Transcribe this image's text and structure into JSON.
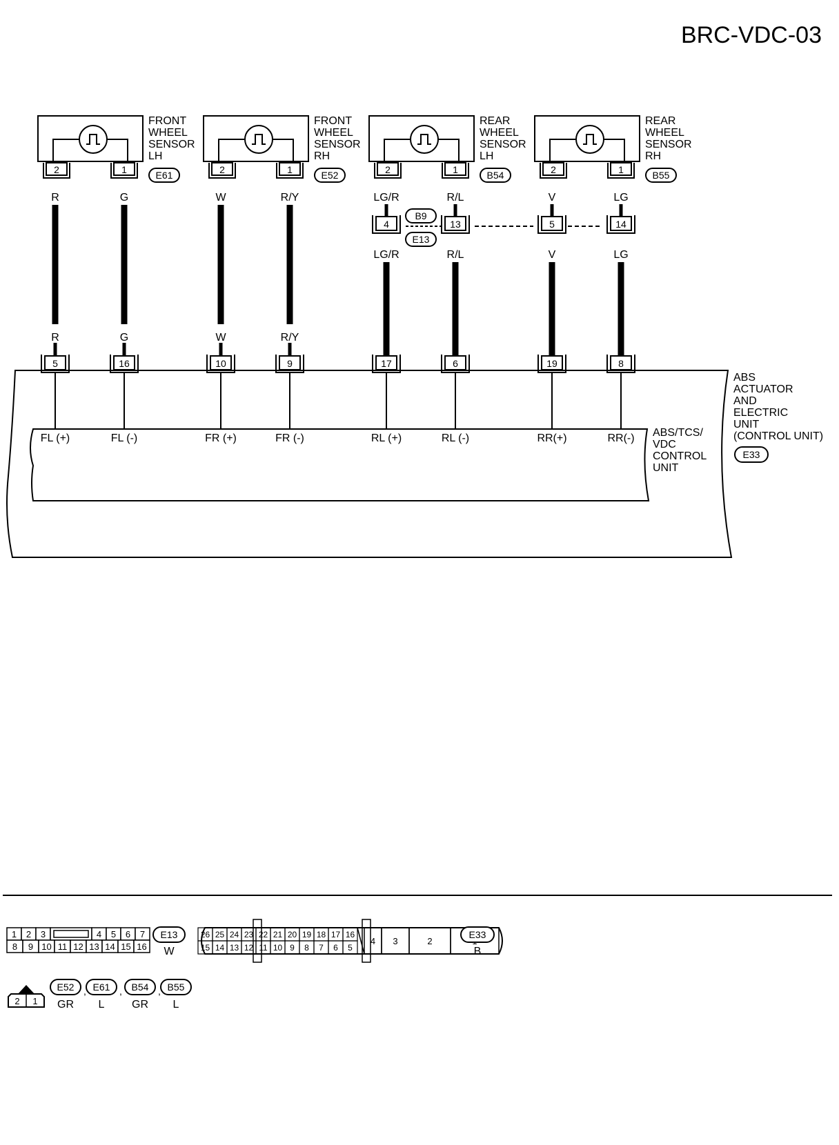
{
  "page_code": "BRC-VDC-03",
  "sensors": [
    {
      "lines": [
        "FRONT",
        "WHEEL",
        "SENSOR",
        "LH"
      ],
      "pin_left": "2",
      "pin_right": "1",
      "connector": "E61",
      "wire_left": "R",
      "wire_right": "G"
    },
    {
      "lines": [
        "FRONT",
        "WHEEL",
        "SENSOR",
        "RH"
      ],
      "pin_left": "2",
      "pin_right": "1",
      "connector": "E52",
      "wire_left": "W",
      "wire_right": "R/Y"
    },
    {
      "lines": [
        "REAR",
        "WHEEL",
        "SENSOR",
        "LH"
      ],
      "pin_left": "2",
      "pin_right": "1",
      "connector": "B54",
      "wire_left": "LG/R",
      "wire_right": "R/L"
    },
    {
      "lines": [
        "REAR",
        "WHEEL",
        "SENSOR",
        "RH"
      ],
      "pin_left": "2",
      "pin_right": "1",
      "connector": "B55",
      "wire_left": "V",
      "wire_right": "LG"
    }
  ],
  "joint": {
    "connector_top": "B9",
    "connector_bottom": "E13",
    "pins": [
      "4",
      "13",
      "5",
      "14"
    ],
    "wires_below": [
      "LG/R",
      "R/L",
      "V",
      "LG"
    ]
  },
  "lower_wires": [
    "R",
    "G",
    "W",
    "R/Y"
  ],
  "unit_pins": [
    "5",
    "16",
    "10",
    "9",
    "17",
    "6",
    "19",
    "8"
  ],
  "signals": [
    "FL (+)",
    "FL (-)",
    "FR (+)",
    "FR (-)",
    "RL (+)",
    "RL (-)",
    "RR(+)",
    "RR(-)"
  ],
  "control_unit_lines": [
    "ABS/TCS/",
    "VDC",
    "CONTROL",
    "UNIT"
  ],
  "actuator_lines": [
    "ABS",
    "ACTUATOR",
    "AND",
    "ELECTRIC",
    "UNIT",
    "(CONTROL UNIT)"
  ],
  "actuator_connector": "E33",
  "connector_views": {
    "e13": {
      "id": "E13",
      "color": "W",
      "row1": [
        "1",
        "2",
        "3",
        "",
        "4",
        "5",
        "6",
        "7"
      ],
      "row2": [
        "8",
        "9",
        "10",
        "11",
        "12",
        "13",
        "14",
        "15",
        "16"
      ]
    },
    "e33": {
      "id": "E33",
      "color": "B",
      "row1": [
        "26",
        "25",
        "24",
        "23",
        "22",
        "21",
        "20",
        "19",
        "18",
        "17",
        "16"
      ],
      "row2": [
        "15",
        "14",
        "13",
        "12",
        "11",
        "10",
        "9",
        "8",
        "7",
        "6",
        "5"
      ],
      "big": [
        "4",
        "3",
        "2",
        "1"
      ]
    },
    "sensor_conn": {
      "pins": [
        "2",
        "1"
      ],
      "ids": [
        "E52",
        "E61",
        "B54",
        "B55"
      ],
      "colors": [
        "GR",
        "L",
        "GR",
        "L"
      ]
    }
  }
}
